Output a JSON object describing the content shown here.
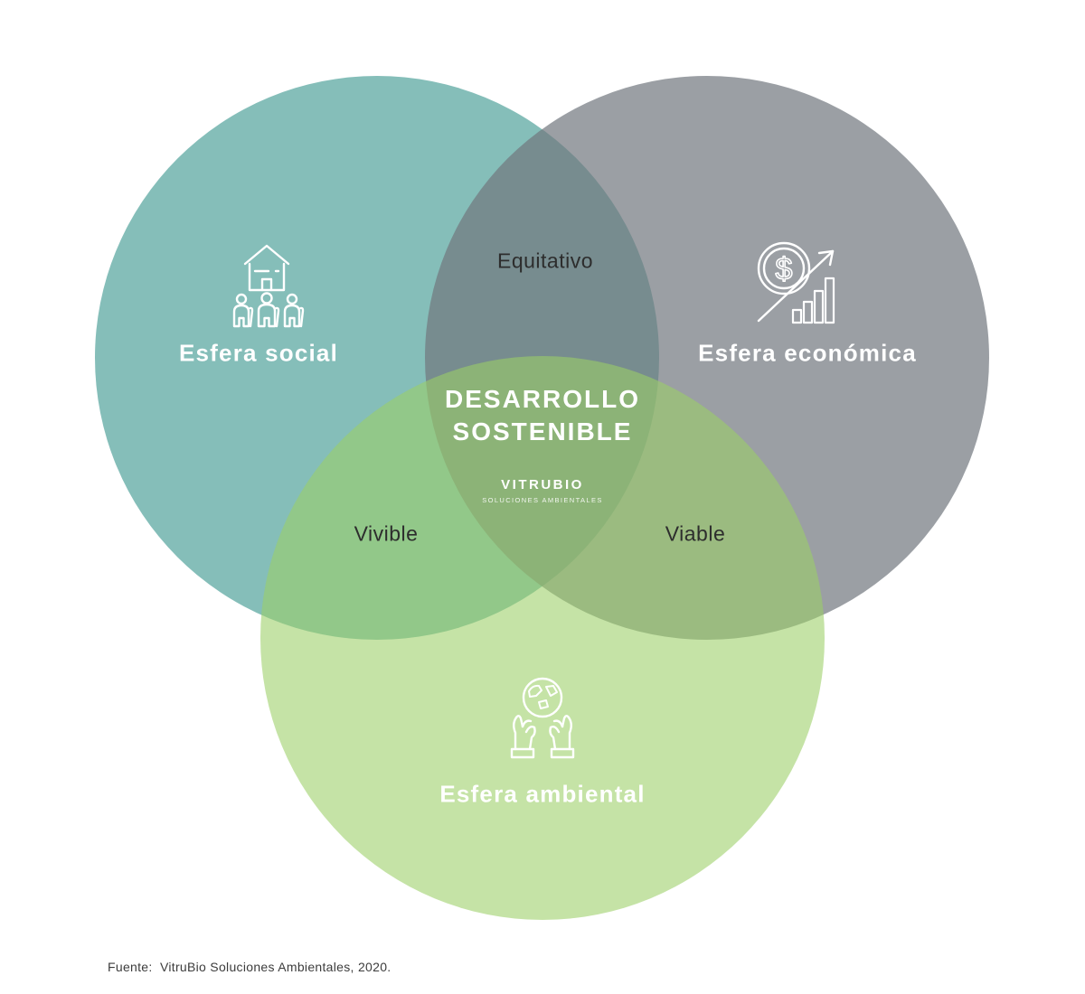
{
  "diagram": {
    "type": "venn",
    "center": {
      "title_line1": "DESARROLLO",
      "title_line2": "SOSTENIBLE",
      "brand": "VITRUBIO",
      "brand_sub": "SOLUCIONES AMBIENTALES"
    },
    "circles": [
      {
        "id": "social",
        "label": "Esfera social",
        "icon": "house-people-icon",
        "color": "#85beb9"
      },
      {
        "id": "economica",
        "label": "Esfera económica",
        "icon": "dollar-growth-icon",
        "color": "#9b9fa4"
      },
      {
        "id": "ambiental",
        "label": "Esfera ambiental",
        "icon": "hands-globe-icon",
        "color": "#c5e3a6"
      }
    ],
    "intersections": [
      {
        "between": [
          "social",
          "economica"
        ],
        "label": "Equitativo",
        "color": "#6f8d90"
      },
      {
        "between": [
          "social",
          "ambiental"
        ],
        "label": "Vivible",
        "color": "#90c987"
      },
      {
        "between": [
          "economica",
          "ambiental"
        ],
        "label": "Viable",
        "color": "#9cba7e"
      }
    ],
    "center_overlap_color": "#8cb377",
    "text_colors": {
      "dark": "#2d2d2d",
      "light": "#ffffff"
    },
    "footer": "Fuente:  VitruBio Soluciones Ambientales, 2020."
  }
}
